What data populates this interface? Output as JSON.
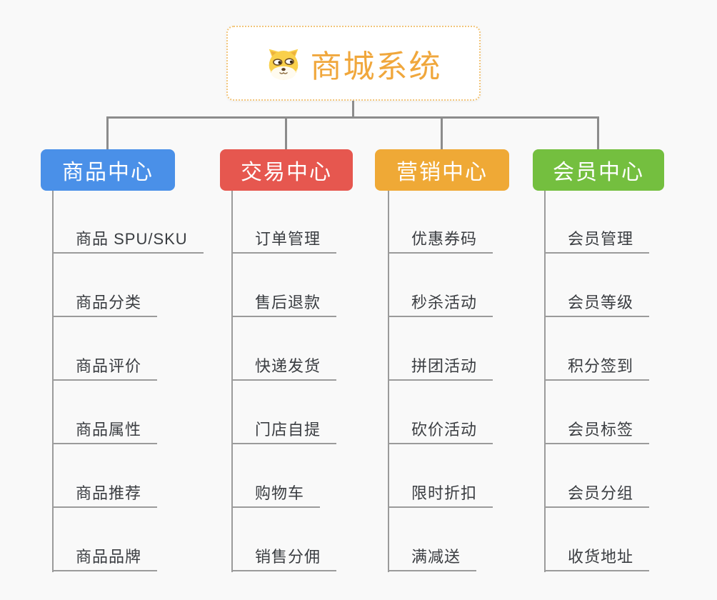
{
  "root": {
    "title": "商城系统",
    "icon": "dog-face-icon"
  },
  "colors": {
    "background": "#F9F9F9",
    "root_title": "#F0A73C",
    "root_border": "#F2C57A",
    "connector": "#8C8C8C",
    "leaf_text": "#3A3D41",
    "leaf_line": "#9B9B9B"
  },
  "branches": [
    {
      "label": "商品中心",
      "color": "#4A90E8",
      "items": [
        "商品 SPU/SKU",
        "商品分类",
        "商品评价",
        "商品属性",
        "商品推荐",
        "商品品牌"
      ]
    },
    {
      "label": "交易中心",
      "color": "#E6574F",
      "items": [
        "订单管理",
        "售后退款",
        "快递发货",
        "门店自提",
        "购物车",
        "销售分佣"
      ]
    },
    {
      "label": "营销中心",
      "color": "#EFA936",
      "items": [
        "优惠券码",
        "秒杀活动",
        "拼团活动",
        "砍价活动",
        "限时折扣",
        "满减送"
      ]
    },
    {
      "label": "会员中心",
      "color": "#74BF3F",
      "items": [
        "会员管理",
        "会员等级",
        "积分签到",
        "会员标签",
        "会员分组",
        "收货地址"
      ]
    }
  ]
}
